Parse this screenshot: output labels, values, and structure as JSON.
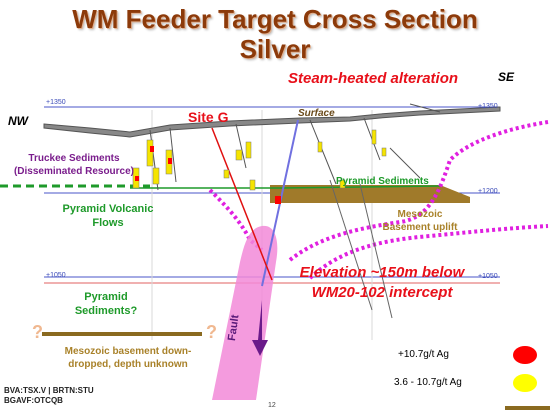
{
  "title": {
    "line1": "WM Feeder Target Cross Section",
    "line2": "Silver"
  },
  "orientation": {
    "nw": "NW",
    "se": "SE"
  },
  "elevations": {
    "e1350_left": "+1350",
    "e1350_right": "+1350",
    "e1200": "+1200",
    "e1050_left": "+1050",
    "e1050_right": "+1050"
  },
  "labels": {
    "steam": "Steam-heated alteration",
    "site_g": "Site G",
    "surface": "Surface",
    "truckee": "Truckee Sediments",
    "truckee_sub": "(Disseminated Resource)",
    "pyramid_sediments": "Pyramid Sediments",
    "pyramid_volcanic_1": "Pyramid Volcanic",
    "pyramid_volcanic_2": "Flows",
    "mesozoic_1": "Mesozoic",
    "mesozoic_2": "Basement uplift",
    "elevation_1": "Elevation ~150m below",
    "elevation_2": "WM20-102 intercept",
    "pyramid_sed_q1": "Pyramid",
    "pyramid_sed_q2": "Sediments?",
    "question_left": "?",
    "question_right": "?",
    "mesozoic_down_1": "Mesozoic basement down-",
    "mesozoic_down_2": "dropped, depth unknown",
    "fault": "Fault"
  },
  "legend": [
    {
      "text": "+10.7g/t Ag",
      "color": "#ff0000"
    },
    {
      "text": "3.6 - 10.7g/t Ag",
      "color": "#ffff00"
    }
  ],
  "footer": {
    "ticker1": "BVA:TSX.V | BRTN:STU",
    "ticker2": "BGAVF:OTCQB",
    "page": "12"
  },
  "colors": {
    "title": "#8c3a0a",
    "red_label": "#e8101a",
    "green_label": "#1e9a2a",
    "purple": "#e020e0",
    "mesozoic": "#a07a2a",
    "fault_pink": "#f28ad8"
  }
}
